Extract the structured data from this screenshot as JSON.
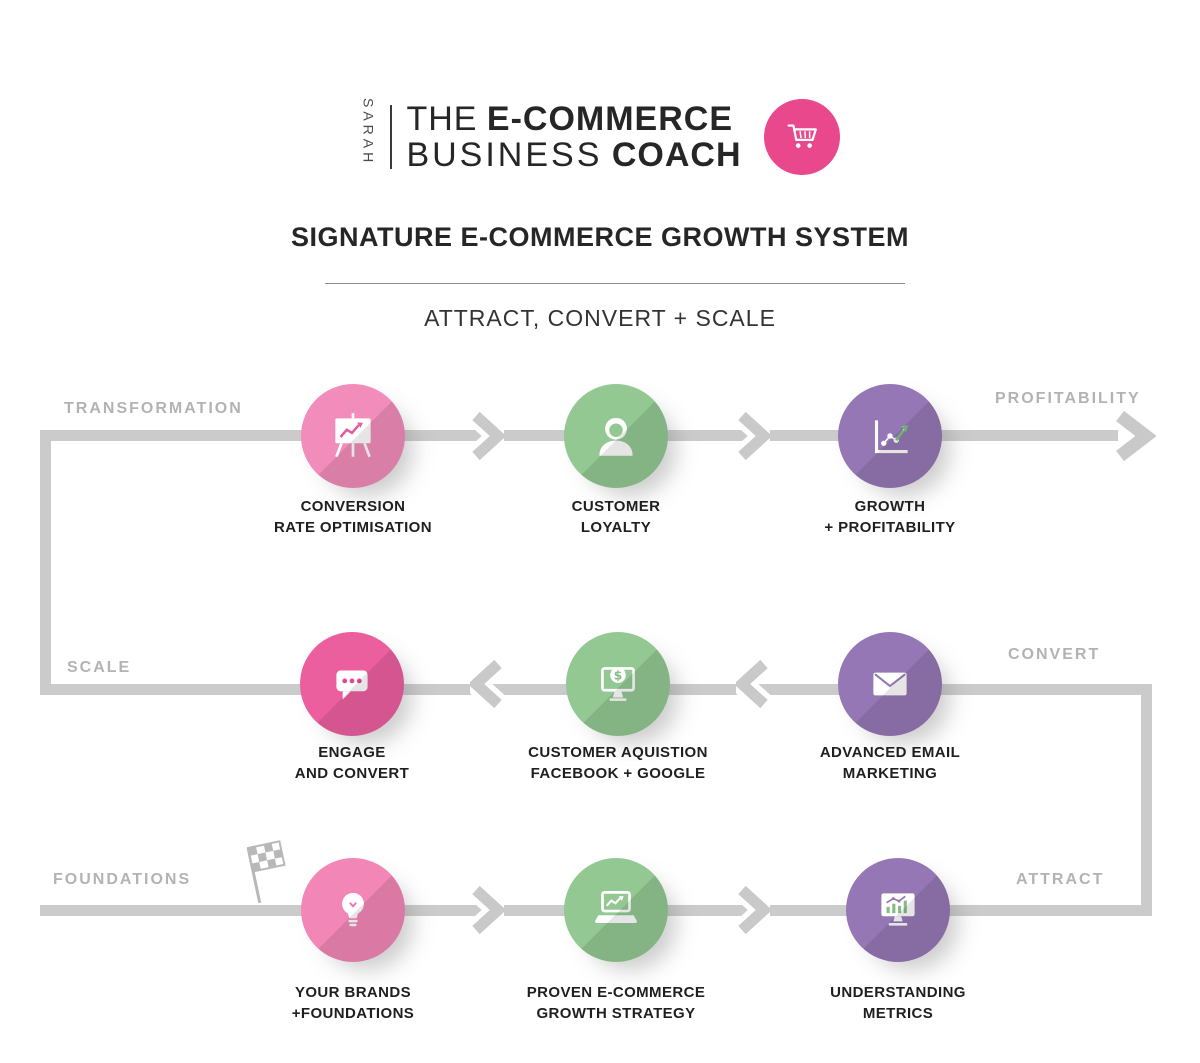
{
  "logo": {
    "vertical_text": "SARAH",
    "line1_light": "THE",
    "line1_bold": "E-COMMERCE",
    "line2_light": "BUSINESS",
    "line2_bold": "COACH",
    "badge_color": "#e9488c"
  },
  "header": {
    "title": "SIGNATURE E-COMMERCE GROWTH SYSTEM",
    "subtitle": "ATTRACT, CONVERT + SCALE"
  },
  "stage_labels": {
    "transformation": "TRANSFORMATION",
    "profitability": "PROFITABILITY",
    "scale": "SCALE",
    "convert": "CONVERT",
    "foundations": "FOUNDATIONS",
    "attract": "ATTRACT"
  },
  "nodes": {
    "conversion": {
      "line1": "CONVERSION",
      "line2": "RATE OPTIMISATION",
      "color": "#f28cba",
      "icon": "presentation-chart-icon"
    },
    "loyalty": {
      "line1": "CUSTOMER",
      "line2": "LOYALTY",
      "color": "#93c893",
      "icon": "person-icon"
    },
    "growth": {
      "line1": "GROWTH",
      "line2": "+ PROFITABILITY",
      "color": "#9677b5",
      "icon": "growth-chart-icon"
    },
    "engage": {
      "line1": "ENGAGE",
      "line2": "AND CONVERT",
      "color": "#ec5f9f",
      "icon": "chat-bubble-icon"
    },
    "acquisition": {
      "line1": "CUSTOMER AQUISTION",
      "line2": "FACEBOOK  + GOOGLE",
      "color": "#93c893",
      "icon": "monitor-dollar-icon"
    },
    "email": {
      "line1": "ADVANCED EMAIL",
      "line2": "MARKETING",
      "color": "#9677b5",
      "icon": "envelope-icon"
    },
    "brands": {
      "line1": "YOUR BRANDS",
      "line2": "+FOUNDATIONS",
      "color": "#f287b7",
      "icon": "lightbulb-icon"
    },
    "strategy": {
      "line1": "PROVEN E-COMMERCE",
      "line2": "GROWTH STRATEGY",
      "color": "#93c893",
      "icon": "laptop-chart-icon"
    },
    "metrics": {
      "line1": "UNDERSTANDING",
      "line2": "METRICS",
      "color": "#9677b5",
      "icon": "metrics-monitor-icon"
    }
  },
  "colors": {
    "flow_line": "#cbcbcb",
    "stage_label": "#b3b3b3",
    "caption_text": "#1f1f1f",
    "pink": "#ec5f9f",
    "green": "#93c893",
    "purple": "#9677b5"
  }
}
